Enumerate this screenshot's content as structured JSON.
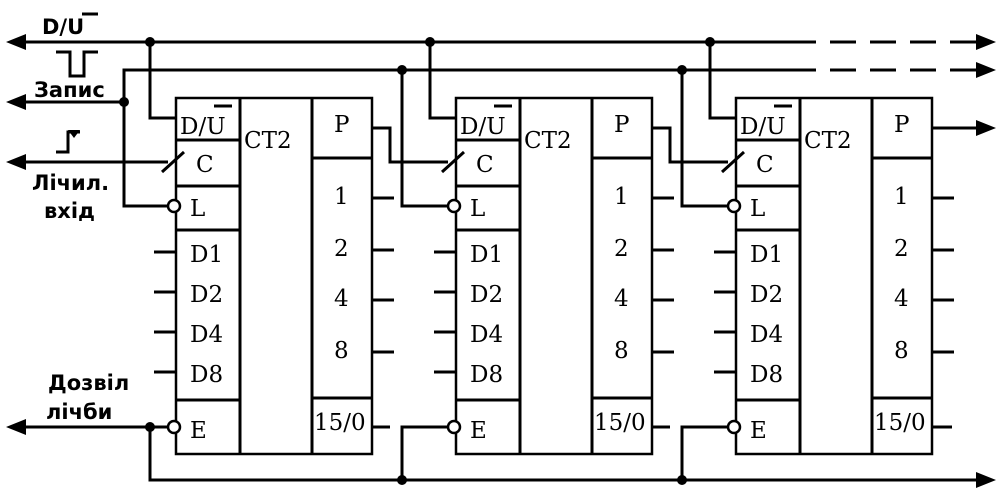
{
  "external_labels": {
    "du_bus": "D/U",
    "du_overline": "U",
    "write": "Запис",
    "count_input_line1": "Лічил.",
    "count_input_line2": "вхід",
    "count_enable_line1": "Дозвіл",
    "count_enable_line2": "лічби"
  },
  "counters": [
    {
      "type": "CT2",
      "left_pins": [
        "D/U",
        "C",
        "L",
        "D1",
        "D2",
        "D4",
        "D8",
        "E"
      ],
      "right_pins": [
        "P",
        "1",
        "2",
        "4",
        "8",
        "15/0"
      ]
    },
    {
      "type": "CT2",
      "left_pins": [
        "D/U",
        "C",
        "L",
        "D1",
        "D2",
        "D4",
        "D8",
        "E"
      ],
      "right_pins": [
        "P",
        "1",
        "2",
        "4",
        "8",
        "15/0"
      ]
    },
    {
      "type": "CT2",
      "left_pins": [
        "D/U",
        "C",
        "L",
        "D1",
        "D2",
        "D4",
        "D8",
        "E"
      ],
      "right_pins": [
        "P",
        "1",
        "2",
        "4",
        "8",
        "15/0"
      ]
    }
  ]
}
